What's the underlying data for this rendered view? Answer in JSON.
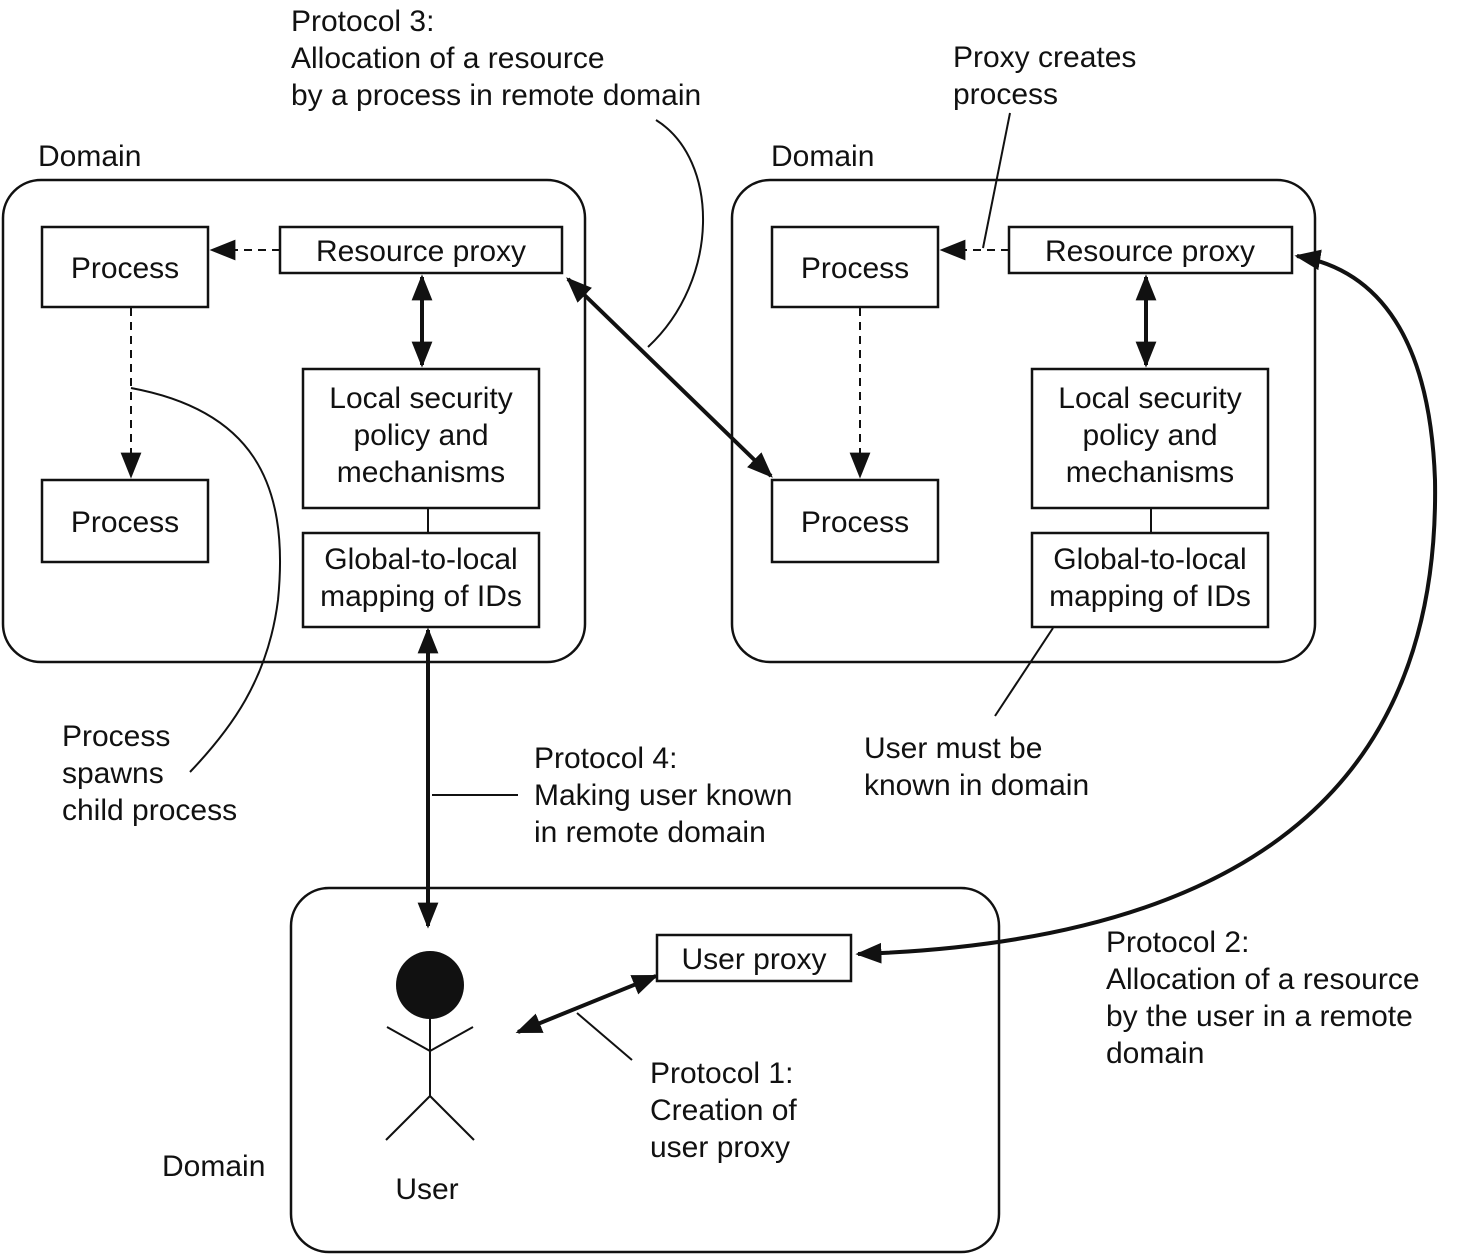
{
  "colors": {
    "ink": "#111111",
    "background": "#ffffff"
  },
  "domains": {
    "left": {
      "label": "Domain"
    },
    "right": {
      "label": "Domain"
    },
    "bottom": {
      "label": "Domain"
    }
  },
  "left_domain": {
    "process_top": "Process",
    "process_bottom": "Process",
    "resource_proxy": "Resource proxy",
    "security": [
      "Local security",
      "policy and",
      "mechanisms"
    ],
    "mapping": [
      "Global-to-local",
      "mapping of IDs"
    ]
  },
  "right_domain": {
    "process_top": "Process",
    "process_bottom": "Process",
    "resource_proxy": "Resource proxy",
    "security": [
      "Local security",
      "policy and",
      "mechanisms"
    ],
    "mapping": [
      "Global-to-local",
      "mapping of IDs"
    ]
  },
  "bottom_domain": {
    "user_proxy": "User proxy",
    "user_label": "User",
    "user_icon": "stick-figure-icon"
  },
  "annotations": {
    "protocol1": [
      "Protocol 1:",
      "Creation of",
      "user proxy"
    ],
    "protocol2": [
      "Protocol 2:",
      "Allocation of a resource",
      "by the user in a remote",
      "domain"
    ],
    "protocol3": [
      "Protocol 3:",
      "Allocation of a resource",
      "by a process in remote domain"
    ],
    "protocol4": [
      "Protocol 4:",
      "Making user known",
      "in remote domain"
    ],
    "proxy_creates": [
      "Proxy creates",
      "process"
    ],
    "user_known": [
      "User must be",
      "known in domain"
    ],
    "process_spawns": [
      "Process",
      "spawns",
      "child process"
    ]
  }
}
